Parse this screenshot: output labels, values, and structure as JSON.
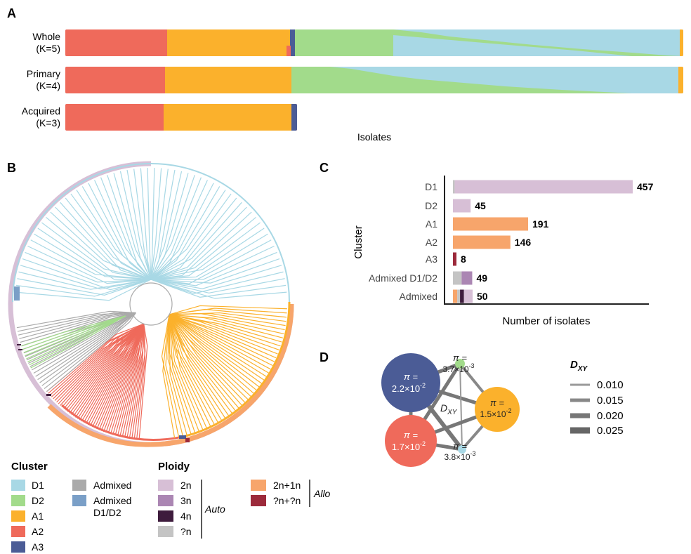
{
  "colors": {
    "D1": "#a8d8e5",
    "D2": "#a2db8b",
    "A1": "#fbb12c",
    "A2": "#ef6a5b",
    "A3": "#4b5c96",
    "Admixed": "#aaaaaa",
    "AdmixedD1D2": "#7a9fc7",
    "p2n": "#d7bfd6",
    "p3n": "#ab86b3",
    "p4n": "#3e1c3d",
    "pq": "#c4c4c4",
    "p2n1n": "#f7a56b",
    "pqq": "#9c2a3b"
  },
  "panelA": {
    "letter": "A",
    "rows": [
      {
        "label1": "Whole",
        "label2": "(K=5)"
      },
      {
        "label1": "Primary",
        "label2": "(K=4)"
      },
      {
        "label1": "Acquired",
        "label2": "(K=3)"
      }
    ],
    "xlabel": "Isolates"
  },
  "panelB": {
    "letter": "B"
  },
  "panelC": {
    "letter": "C",
    "ylabel": "Cluster",
    "xlabel": "Number of isolates"
  },
  "chart_data": {
    "type": "bar",
    "orientation": "horizontal",
    "categories": [
      "D1",
      "D2",
      "A1",
      "A2",
      "A3",
      "Admixed D1/D2",
      "Admixed"
    ],
    "values": [
      457,
      45,
      191,
      146,
      8,
      49,
      50
    ],
    "xlabel": "Number of isolates",
    "ylabel": "Cluster",
    "xlim": [
      0,
      500
    ]
  },
  "panelD": {
    "letter": "D",
    "nodes": [
      {
        "id": "A3",
        "pi_prefix": "π =",
        "pi_value": "2.2×10",
        "pi_exp": "-2"
      },
      {
        "id": "D2",
        "pi_prefix": "π =",
        "pi_value": "3.7×10",
        "pi_exp": "-3"
      },
      {
        "id": "A1",
        "pi_prefix": "π =",
        "pi_value": "1.5×10",
        "pi_exp": "-2"
      },
      {
        "id": "A2",
        "pi_prefix": "π =",
        "pi_value": "1.7×10",
        "pi_exp": "-2"
      },
      {
        "id": "D1",
        "pi_prefix": "π =",
        "pi_value": "3.8×10",
        "pi_exp": "-3"
      }
    ],
    "center_label": "D",
    "center_sub": "XY",
    "legend_title": "D",
    "legend_title_sub": "XY",
    "legend_values": [
      "0.010",
      "0.015",
      "0.020",
      "0.025"
    ]
  },
  "legend": {
    "cluster_title": "Cluster",
    "cluster_items": [
      "D1",
      "D2",
      "A1",
      "A2",
      "A3"
    ],
    "cluster_items2": [
      "Admixed",
      "Admixed",
      "D1/D2"
    ],
    "ploidy_title": "Ploidy",
    "ploidy_items": [
      "2n",
      "3n",
      "4n",
      "?n"
    ],
    "auto_label": "Auto",
    "allo_items": [
      "2n+1n",
      "?n+?n"
    ],
    "allo_label": "Allo"
  }
}
